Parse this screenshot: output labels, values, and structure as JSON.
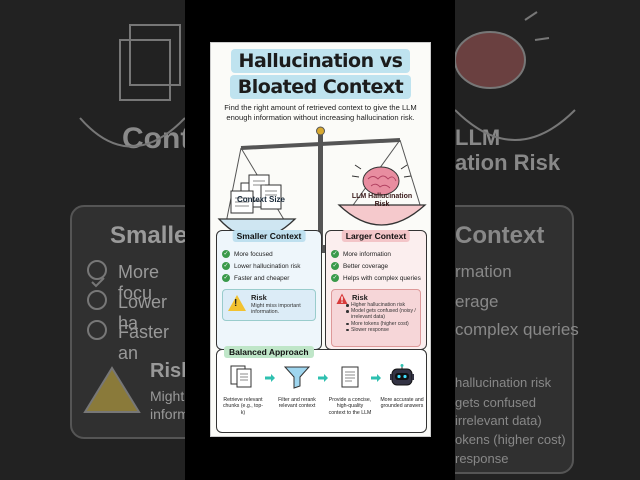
{
  "title": {
    "line1": "Hallucination vs",
    "line2": "Bloated Context"
  },
  "subtitle": "Find the right amount of retrieved context to give the LLM enough information without increasing hallucination risk.",
  "scale": {
    "left_label": "Context Size",
    "right_label": "LLM Hallucination Risk"
  },
  "smaller_context": {
    "title": "Smaller Context",
    "benefits": [
      "More focused",
      "Lower hallucination risk",
      "Faster and cheaper"
    ],
    "risk_title": "Risk",
    "risk_text": "Might miss important information."
  },
  "larger_context": {
    "title": "Larger Context",
    "benefits": [
      "More information",
      "Better coverage",
      "Helps with complex queries"
    ],
    "risk_title": "Risk",
    "risks": [
      "Higher hallucination risk",
      "Model gets confused (noisy / irrelevant data)",
      "More tokens (higher cost)",
      "Slower response"
    ]
  },
  "balanced": {
    "title": "Balanced Approach",
    "steps": [
      {
        "label": "Retrieve relevant chunks (e.g., top-k)",
        "icon": "documents-icon"
      },
      {
        "label": "Filter and rerank relevant context",
        "icon": "funnel-icon"
      },
      {
        "label": "Provide a concise, high-quality context to the LLM",
        "icon": "document-stack-icon"
      },
      {
        "label": "More accurate and grounded answers",
        "icon": "robot-icon"
      }
    ]
  },
  "background": {
    "left_text_1": "Contex",
    "left_text_2": "Smaller",
    "left_items": [
      "More focu",
      "Lower ha",
      "Faster an"
    ],
    "left_risk": "Risk",
    "left_risk_text_1": "Might",
    "left_risk_text_2": "inform",
    "right_text_1": "LLM",
    "right_text_2": "ation Risk",
    "right_heading": "Context",
    "right_items": [
      "rmation",
      "erage",
      "complex queries",
      "hallucination risk",
      "gets confused",
      "irrelevant data)",
      "okens (higher cost)",
      "response"
    ]
  },
  "colors": {
    "blue_panel": "#eef6fb",
    "red_panel": "#fbeeee",
    "check_green": "#3a9a4a",
    "warning_yellow": "#f2c230",
    "accent_teal": "#2fc0b0"
  }
}
